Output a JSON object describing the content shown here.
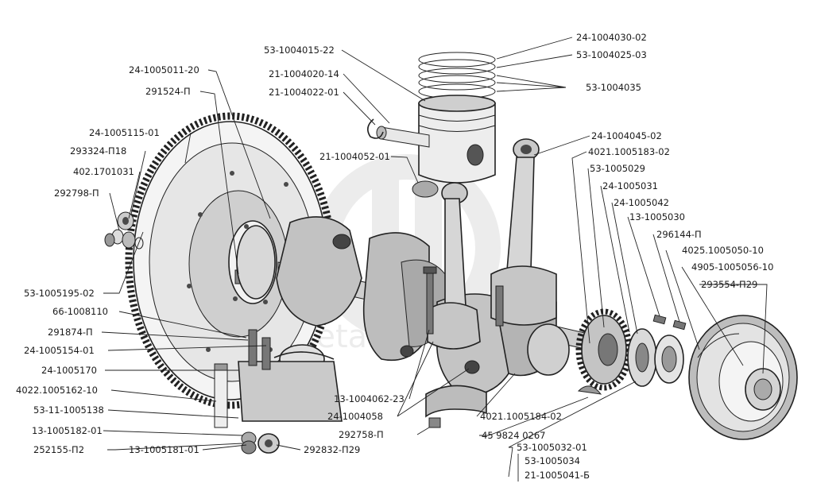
{
  "labels": {
    "l1": "53-1004015-22",
    "l2": "21-1004020-14",
    "l3": "21-1004022-01",
    "l4": "24-1004030-02",
    "l5": "53-1004025-03",
    "l6": "53-1004035",
    "l7": "24-1005011-20",
    "l8": "291524-П",
    "l9": "24-1005115-01",
    "l10": "293324-П18",
    "l11": "402.1701031",
    "l12": "292798-П",
    "l13": "21-1004052-01",
    "l14": "24-1004045-02",
    "l15": "4021.1005183-02",
    "l16": "53-1005029",
    "l17": "24-1005031",
    "l18": "24-1005042",
    "l19": "13-1005030",
    "l20": "296144-П",
    "l21": "4025.1005050-10",
    "l22": "4905-1005056-10",
    "l23": "293554-П29",
    "l24": "53-1005195-02",
    "l25": "66-1008110",
    "l26": "291874-П",
    "l27": "24-1005154-01",
    "l28": "24-1005170",
    "l29": "4022.1005162-10",
    "l30": "53-11-1005138",
    "l31": "13-1005182-01",
    "l32": "252155-П2",
    "l33": "13-1005181-01",
    "l34": "292832-П29",
    "l35": "13-1004062-23",
    "l36": "24-1004058",
    "l37": "292758-П",
    "l38": "4021.1005184-02",
    "l39": "45 9824 0267",
    "l40": "53-1005032-01",
    "l41": "53-1005034",
    "l42": "21-1005041-Б"
  },
  "watermark": "detalmach"
}
